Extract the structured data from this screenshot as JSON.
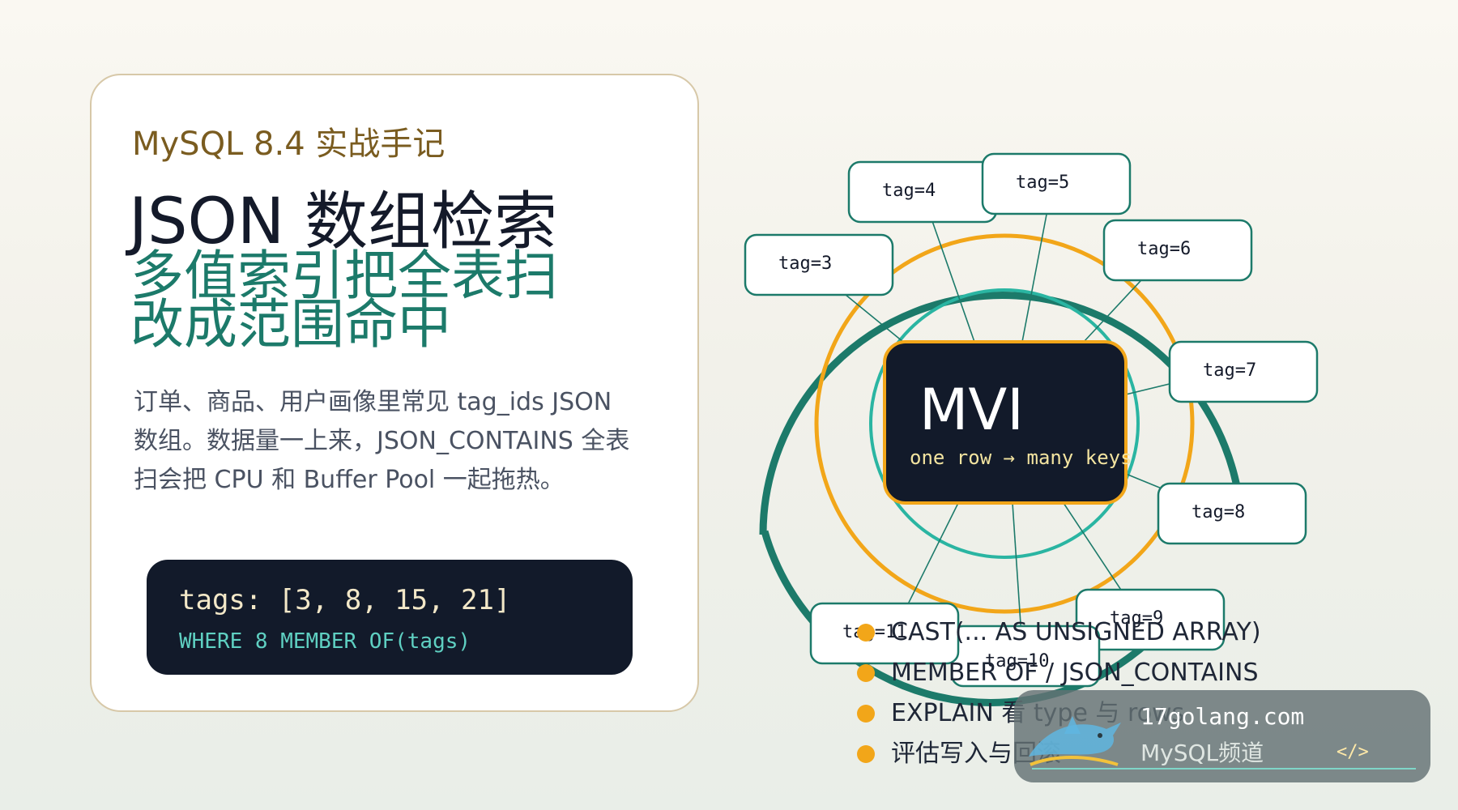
{
  "card": {
    "eyebrow": "MySQL 8.4 实战手记",
    "title": "JSON 数组检索",
    "subtitle": "多值索引把全表扫改成范围命中",
    "description": "订单、商品、用户画像里常见 tag_ids JSON 数组。数据量一上来，JSON_CONTAINS 全表扫会把 CPU 和 Buffer Pool 一起拖热。",
    "code_line1": "tags: [3, 8, 15, 21]",
    "code_line2": "WHERE 8 MEMBER OF(tags)"
  },
  "diagram": {
    "center_title": "MVI",
    "center_subtitle": "one row → many keys",
    "tags": [
      "tag=3",
      "tag=4",
      "tag=5",
      "tag=6",
      "tag=7",
      "tag=8",
      "tag=9",
      "tag=10",
      "tag=11"
    ]
  },
  "bullets": [
    "CAST(... AS UNSIGNED ARRAY)",
    "MEMBER OF / JSON_CONTAINS",
    "EXPLAIN 看 type 与 rows",
    "评估写入与回滚"
  ],
  "watermark": {
    "url": "17golang.com",
    "name": "MySQL频道",
    "code_icon": "</>"
  },
  "colors": {
    "accent_teal": "#1c7a6a",
    "accent_orange": "#f2a619",
    "dark": "#121a2a"
  }
}
